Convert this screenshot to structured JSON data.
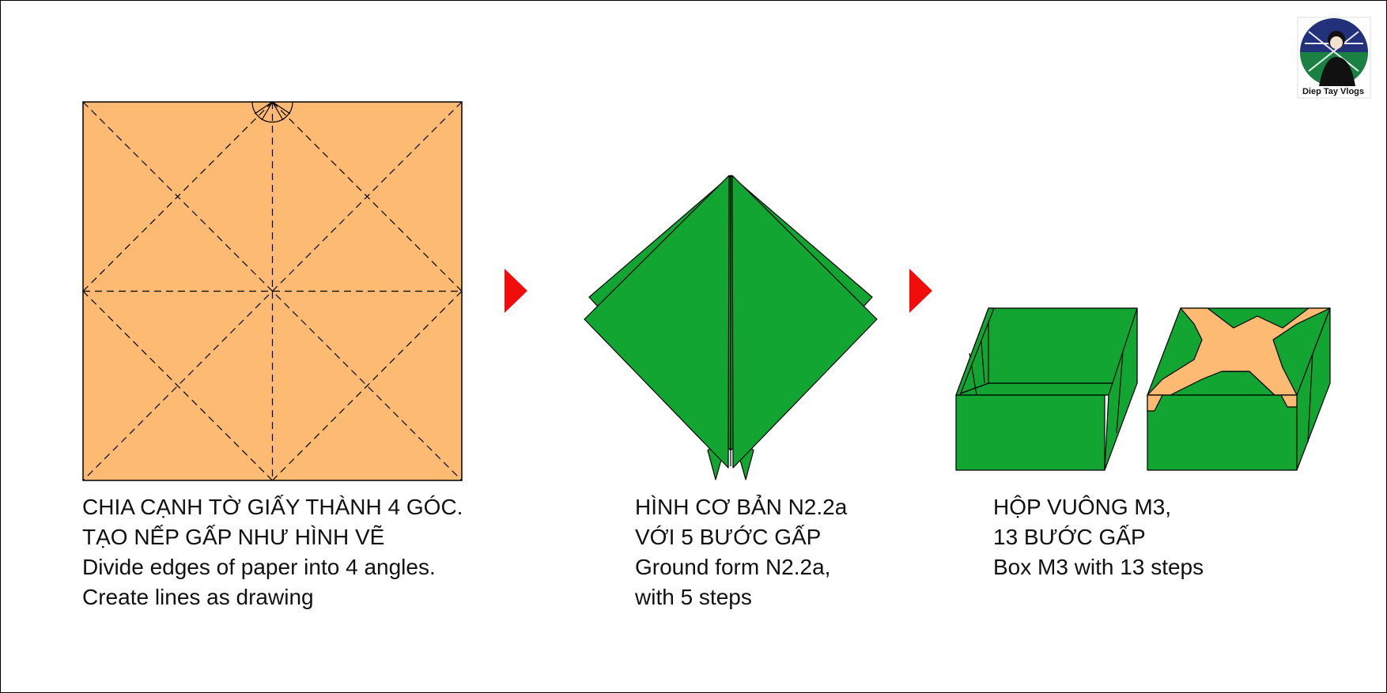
{
  "steps": [
    {
      "caption_vi": [
        "CHIA CẠNH TỜ GIẤY THÀNH 4 GÓC.",
        "TẠO NẾP GẤP NHƯ HÌNH VẼ"
      ],
      "caption_en": [
        "Divide edges of paper into 4 angles.",
        "Create lines as drawing"
      ]
    },
    {
      "caption_vi": [
        "HÌNH CƠ BẢN N2.2a",
        "VỚI 5 BƯỚC GẤP"
      ],
      "caption_en": [
        "Ground form N2.2a,",
        "with 5 steps"
      ]
    },
    {
      "caption_vi": [
        "HỘP VUÔNG M3,",
        "13 BƯỚC GẤP"
      ],
      "caption_en": [
        "Box M3 with 13 steps"
      ]
    }
  ],
  "logo": {
    "label": "Diep Tay Vlogs"
  },
  "colors": {
    "paper": "#FDBA73",
    "green": "#12A532",
    "arrow": "#F20D0D",
    "outline": "#000000"
  }
}
